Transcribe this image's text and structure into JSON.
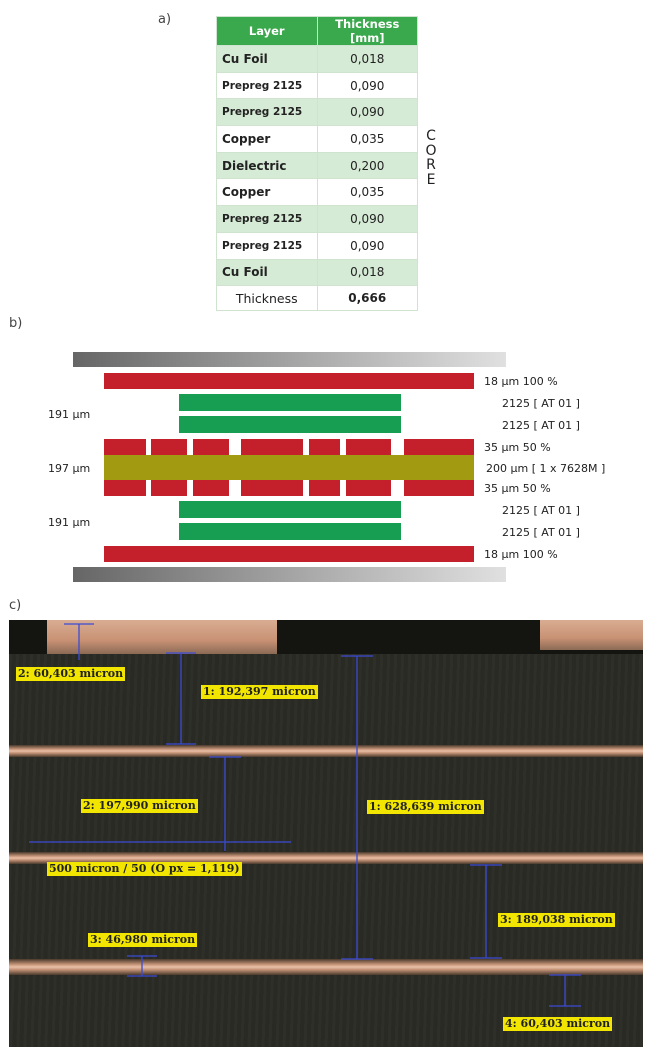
{
  "panels": {
    "a": "a)",
    "b": "b)",
    "c": "c)"
  },
  "table": {
    "headers": [
      "Layer",
      "Thickness [mm]"
    ],
    "rows": [
      {
        "layer": "Cu Foil",
        "thickness": "0,018"
      },
      {
        "layer": "Prepreg 2125",
        "thickness": "0,090"
      },
      {
        "layer": "Prepreg 2125",
        "thickness": "0,090"
      },
      {
        "layer": "Copper",
        "thickness": "0,035"
      },
      {
        "layer": "Dielectric",
        "thickness": "0,200"
      },
      {
        "layer": "Copper",
        "thickness": "0,035"
      },
      {
        "layer": "Prepreg 2125",
        "thickness": "0,090"
      },
      {
        "layer": "Prepreg 2125",
        "thickness": "0,090"
      },
      {
        "layer": "Cu Foil",
        "thickness": "0,018"
      }
    ],
    "total_label": "Thickness",
    "total_value": "0,666",
    "core_label": "CORE"
  },
  "stackup": {
    "left_labels": [
      "191 µm",
      "197 µm",
      "191 µm"
    ],
    "right_labels": [
      "18 µm 100 %",
      "2125 [ AT 01 ]",
      "2125 [ AT 01 ]",
      "35 µm 50 %",
      "200 µm   [ 1 x 7628M ]",
      "35 µm 50 %",
      "2125 [ AT 01 ]",
      "2125 [ AT 01 ]",
      "18 µm 100 %"
    ],
    "colors": {
      "copper": "#c3202b",
      "prepreg": "#189e52",
      "core": "#a29b12"
    }
  },
  "micrograph": {
    "labels": {
      "m1": "2: 60,403 micron",
      "m2": "1: 192,397 micron",
      "m3": "1: 628,639 micron",
      "m4": "2: 197,990 micron",
      "m5": "500 micron / 50 (O px = 1,119)",
      "m6": "3: 189,038 micron",
      "m7": "3: 46,980 micron",
      "m8": "4: 60,403 micron"
    },
    "colors": {
      "label": "#f2e600",
      "line": "#3b4bd6"
    }
  }
}
